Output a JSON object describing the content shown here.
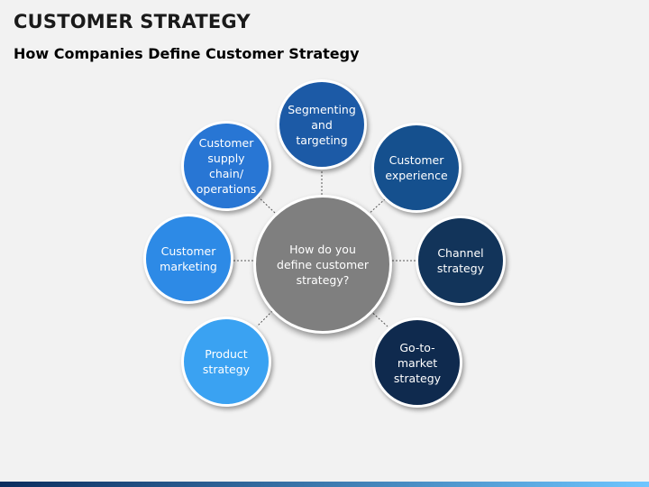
{
  "slide": {
    "title": "CUSTOMER STRATEGY",
    "subtitle": "How Companies Define Customer Strategy"
  },
  "center": {
    "label": "How do you\ndefine customer\nstrategy?",
    "color": "#7f7f7f"
  },
  "nodes": [
    {
      "label": "Segmenting\nand targeting",
      "color": "#1c5aa6"
    },
    {
      "label": "Customer\nexperience",
      "color": "#15508e"
    },
    {
      "label": "Channel\nstrategy",
      "color": "#12345a"
    },
    {
      "label": "Go-to-market\nstrategy",
      "color": "#0f2a4e"
    },
    {
      "label": "Product\nstrategy",
      "color": "#3aa2f2"
    },
    {
      "label": "Customer\nmarketing",
      "color": "#2d8ae6"
    },
    {
      "label": "Customer\nsupply chain/\noperations",
      "color": "#2876d4"
    }
  ],
  "theme": {
    "footer_gradient_start": "#0b2d5e",
    "footer_gradient_end": "#6ec6ff"
  }
}
